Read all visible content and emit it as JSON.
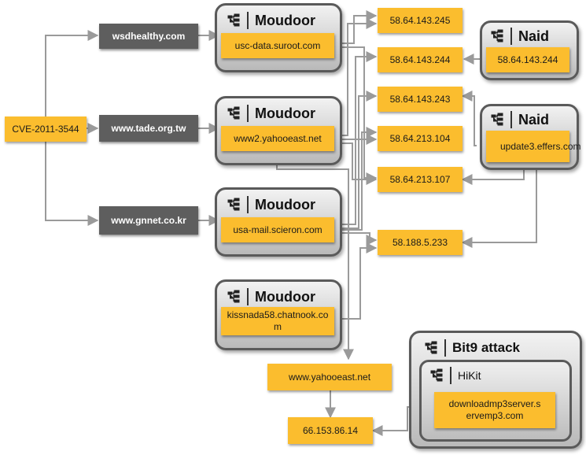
{
  "entry": {
    "label": "CVE-2011-3544"
  },
  "domains": [
    {
      "label": "wsdhealthy.com"
    },
    {
      "label": "www.tade.org.tw"
    },
    {
      "label": "www.gnnet.co.kr"
    }
  ],
  "groups": [
    {
      "title": "Moudoor",
      "host": "usc-data.suroot.com"
    },
    {
      "title": "Moudoor",
      "host": "www2.yahooeast.net"
    },
    {
      "title": "Moudoor",
      "host": "usa-mail.scieron.com"
    },
    {
      "title": "Moudoor",
      "host": "kissnada58.chatnook.com"
    }
  ],
  "ips": [
    {
      "label": "58.64.143.245"
    },
    {
      "label": "58.64.143.244"
    },
    {
      "label": "58.64.143.243"
    },
    {
      "label": "58.64.213.104"
    },
    {
      "label": "58.64.213.107"
    },
    {
      "label": "58.188.5.233"
    }
  ],
  "naid": [
    {
      "title": "Naid",
      "host": "58.64.143.244"
    },
    {
      "title": "Naid",
      "host": "update3.effers.com"
    }
  ],
  "yahooeast": {
    "label": "www.yahooeast.net"
  },
  "final_ip": {
    "label": "66.153.86.14"
  },
  "bit9": {
    "title": "Bit9 attack",
    "inner_title": "HiKit",
    "host": "downloadmp3server.servemp3.com"
  },
  "icon": "tree-structure-icon",
  "colors": {
    "node": "#fbbd2e",
    "domain": "#5e5e5e",
    "connector": "#9a9a9a",
    "group_border": "#5a5a5a"
  }
}
